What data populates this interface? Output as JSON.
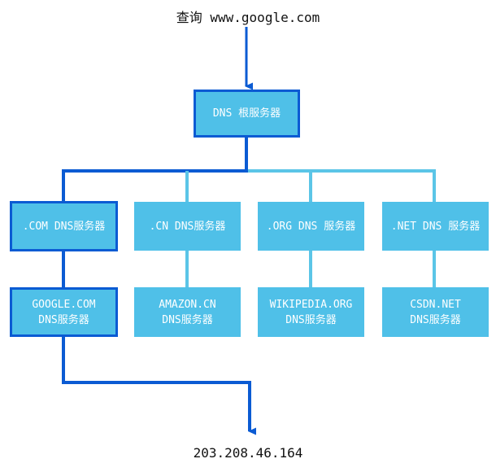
{
  "diagram": {
    "title": "查询 www.google.com",
    "result": "203.208.46.164",
    "colors": {
      "node_fill": "#4FC0E8",
      "highlight": "#0B5BD3",
      "link": "#5BC5E7",
      "text": "#ffffff",
      "label_text": "#111111"
    },
    "root": {
      "label": "DNS 根服务器",
      "highlight": true
    },
    "tld_nodes": [
      {
        "label": ".COM DNS服务器",
        "highlight": true
      },
      {
        "label": ".CN DNS服务器",
        "highlight": false
      },
      {
        "label": ".ORG DNS 服务器",
        "highlight": false
      },
      {
        "label": ".NET DNS 服务器",
        "highlight": false
      }
    ],
    "authoritative_nodes": [
      {
        "label": "GOOGLE.COM\nDNS服务器",
        "highlight": true
      },
      {
        "label": "AMAZON.CN\nDNS服务器",
        "highlight": false
      },
      {
        "label": "WIKIPEDIA.ORG\nDNS服务器",
        "highlight": false
      },
      {
        "label": "CSDN.NET\nDNS服务器",
        "highlight": false
      }
    ]
  },
  "chart_data": {
    "type": "diagram",
    "title": "查询 www.google.com",
    "levels": [
      {
        "name": "root",
        "nodes": [
          "DNS 根服务器"
        ]
      },
      {
        "name": "tld",
        "nodes": [
          ".COM DNS服务器",
          ".CN DNS服务器",
          ".ORG DNS 服务器",
          ".NET DNS 服务器"
        ]
      },
      {
        "name": "authoritative",
        "nodes": [
          "GOOGLE.COM DNS服务器",
          "AMAZON.CN DNS服务器",
          "WIKIPEDIA.ORG DNS服务器",
          "CSDN.NET DNS服务器"
        ]
      }
    ],
    "resolution_path": [
      "查询 www.google.com",
      "DNS 根服务器",
      ".COM DNS服务器",
      "GOOGLE.COM DNS服务器",
      "203.208.46.164"
    ],
    "answer": "203.208.46.164"
  }
}
